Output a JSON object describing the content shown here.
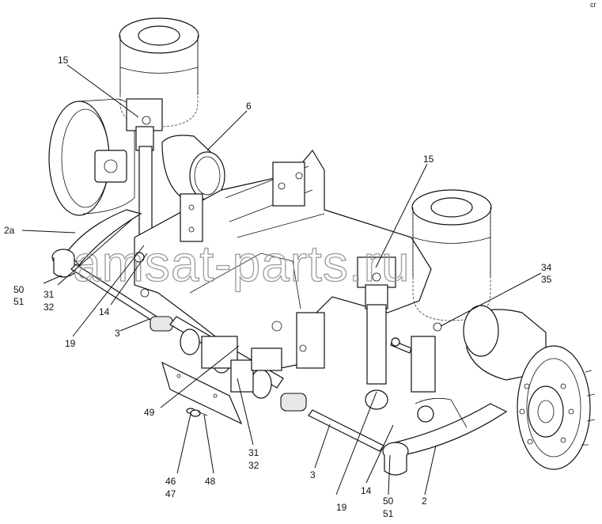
{
  "watermark": "amsat-parts.ru",
  "corner_mark": "cr",
  "callouts": {
    "c15a": "15",
    "c6": "6",
    "c15b": "15",
    "c2a": "2a",
    "c34": "34",
    "c35": "35",
    "c50a": "50",
    "c51a": "51",
    "c31a": "31",
    "c32a": "32",
    "c19a": "19",
    "c14a": "14",
    "c3a": "3",
    "c49": "49",
    "c31b": "31",
    "c32b": "32",
    "c46": "46",
    "c47": "47",
    "c48": "48",
    "c3b": "3",
    "c19b": "19",
    "c14b": "14",
    "c50b": "50",
    "c51b": "51",
    "c2": "2"
  }
}
